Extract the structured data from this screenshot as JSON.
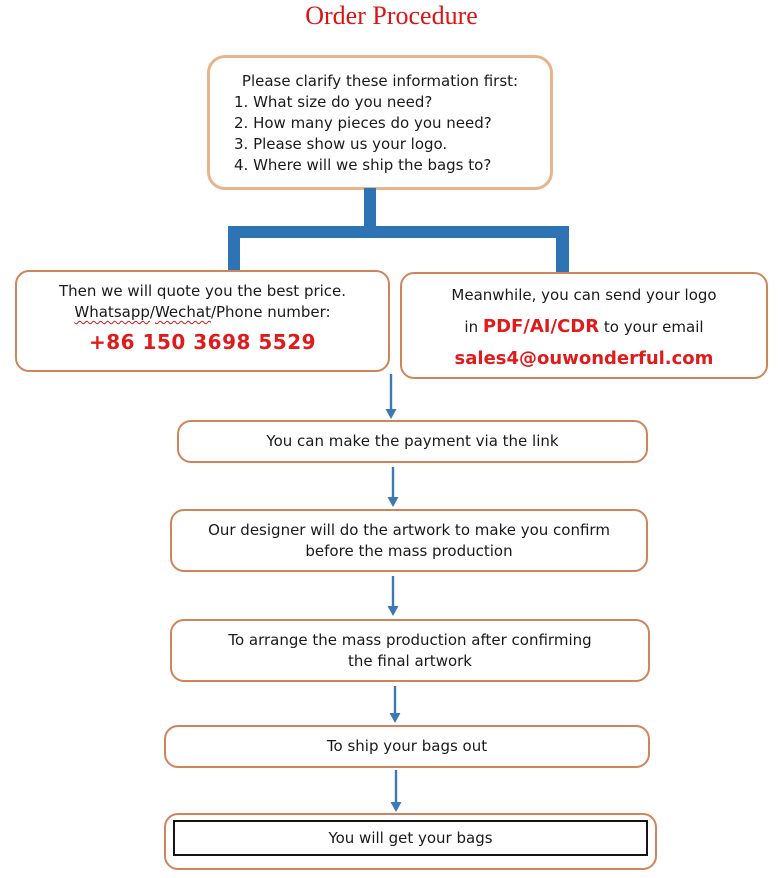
{
  "title": "Order Procedure",
  "colors": {
    "title_red": "#dc1414",
    "accent_red": "#e01b1b",
    "text_color": "#1a1a1a",
    "border_peach": "#e8b48c",
    "border_orange": "#d0845c",
    "connector_blue": "#2e74b5",
    "arrow_blue": "#3c78b4"
  },
  "clarify_box": {
    "heading": "Please clarify these information first:",
    "items": [
      "1. What size do you need?",
      "2. How many pieces do you need?",
      "3. Please show us your logo.",
      "4. Where will we ship the bags to?"
    ]
  },
  "quote_box": {
    "line1": "Then we will quote you the best price.",
    "contact_word1": "Whatsapp",
    "slash1": "/",
    "contact_word2": "Wechat",
    "contact_rest": "/Phone number:",
    "phone": "+86 150 3698 5529"
  },
  "logo_box": {
    "line1": "Meanwhile, you can send your logo",
    "line2_prefix": "in ",
    "formats": "PDF/AI/CDR",
    "line2_suffix": " to your email",
    "email": "sales4@ouwonderful.com"
  },
  "payment_box": {
    "text": "You can make the payment via the link"
  },
  "design_box": {
    "line1": "Our designer will do the artwork to make you confirm",
    "line2": "before the mass production"
  },
  "production_box": {
    "line1": "To arrange the mass production after confirming",
    "line2": "the final artwork"
  },
  "ship_box": {
    "text": "To ship your bags out"
  },
  "final_box": {
    "text": "You will get your bags"
  }
}
